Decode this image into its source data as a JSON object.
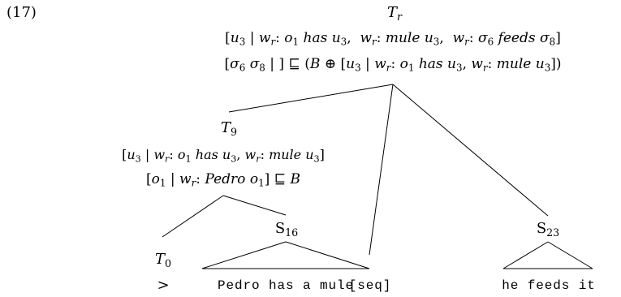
{
  "example_number": "(17)",
  "root": {
    "label_main": "T",
    "label_sub": "r",
    "drs_line1": {
      "referent": "u",
      "referent_sub": "3",
      "bar": "|",
      "w": "w",
      "w_sub": "r",
      "c1_o": "o",
      "c1_o_sub": "1",
      "c1_pred": "has",
      "c1_u": "u",
      "c1_u_sub": "3",
      "c2_pred": "mule",
      "c2_u": "u",
      "c2_u_sub": "3",
      "c3_s1": "σ",
      "c3_s1_sub": "6",
      "c3_pred": "feeds",
      "c3_s2": "σ",
      "c3_s2_sub": "8"
    },
    "drs_line2": {
      "s1": "σ",
      "s1_sub": "6",
      "s2": "σ",
      "s2_sub": "8",
      "bar": "|",
      "rel": "⊑",
      "B": "B",
      "oplus": "⊕",
      "referent": "u",
      "referent_sub": "3",
      "w": "w",
      "w_sub": "r",
      "o": "o",
      "o_sub": "1",
      "pred1": "has",
      "u": "u",
      "u_sub": "3",
      "pred2": "mule"
    }
  },
  "t9": {
    "label_main": "T",
    "label_sub": "9",
    "drs_line1": {
      "referent": "u",
      "referent_sub": "3",
      "bar": "|",
      "w": "w",
      "w_sub": "r",
      "o": "o",
      "o_sub": "1",
      "pred1": "has",
      "u": "u",
      "u_sub": "3",
      "pred2": "mule"
    },
    "drs_line2": {
      "o": "o",
      "o_sub": "1",
      "bar": "|",
      "w": "w",
      "w_sub": "r",
      "pred": "Pedro",
      "rel": "⊑",
      "B": "B"
    }
  },
  "t0": {
    "label_main": "T",
    "label_sub": "0"
  },
  "s16": {
    "label_main": "S",
    "label_sub": "16"
  },
  "s23": {
    "label_main": "S",
    "label_sub": "23"
  },
  "terminals": {
    "start": ">",
    "sentence1": "Pedro has a mule",
    "seq": "[seq]",
    "sentence2": "he feeds it"
  }
}
